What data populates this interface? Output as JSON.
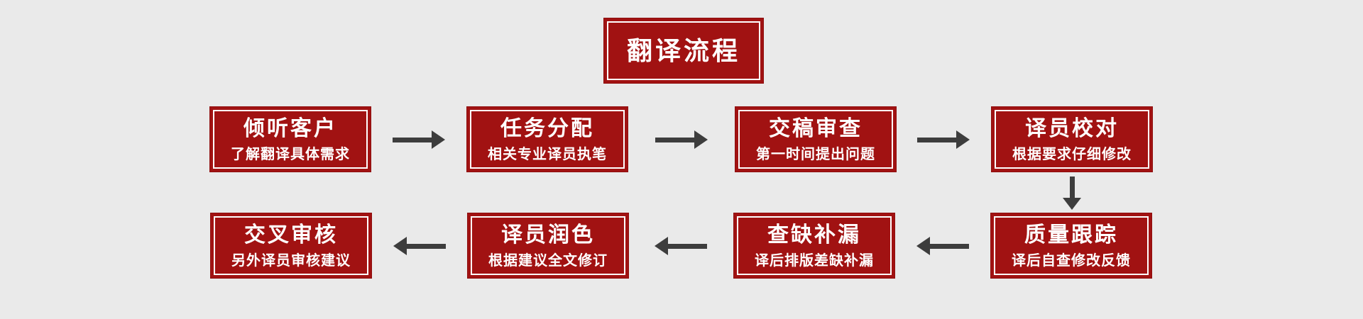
{
  "title": {
    "label": "翻译流程"
  },
  "colors": {
    "background": "#eaeaea",
    "box_fill": "#a11212",
    "box_border": "#8f0e0e",
    "text": "#ffffff",
    "arrow": "#3d3d3d"
  },
  "steps": [
    {
      "title": "倾听客户",
      "subtitle": "了解翻译具体需求"
    },
    {
      "title": "任务分配",
      "subtitle": "相关专业译员执笔"
    },
    {
      "title": "交稿审查",
      "subtitle": "第一时间提出问题"
    },
    {
      "title": "译员校对",
      "subtitle": "根据要求仔细修改"
    },
    {
      "title": "质量跟踪",
      "subtitle": "译后自查修改反馈"
    },
    {
      "title": "查缺补漏",
      "subtitle": "译后排版差缺补漏"
    },
    {
      "title": "译员润色",
      "subtitle": "根据建议全文修订"
    },
    {
      "title": "交叉审核",
      "subtitle": "另外译员审核建议"
    }
  ]
}
